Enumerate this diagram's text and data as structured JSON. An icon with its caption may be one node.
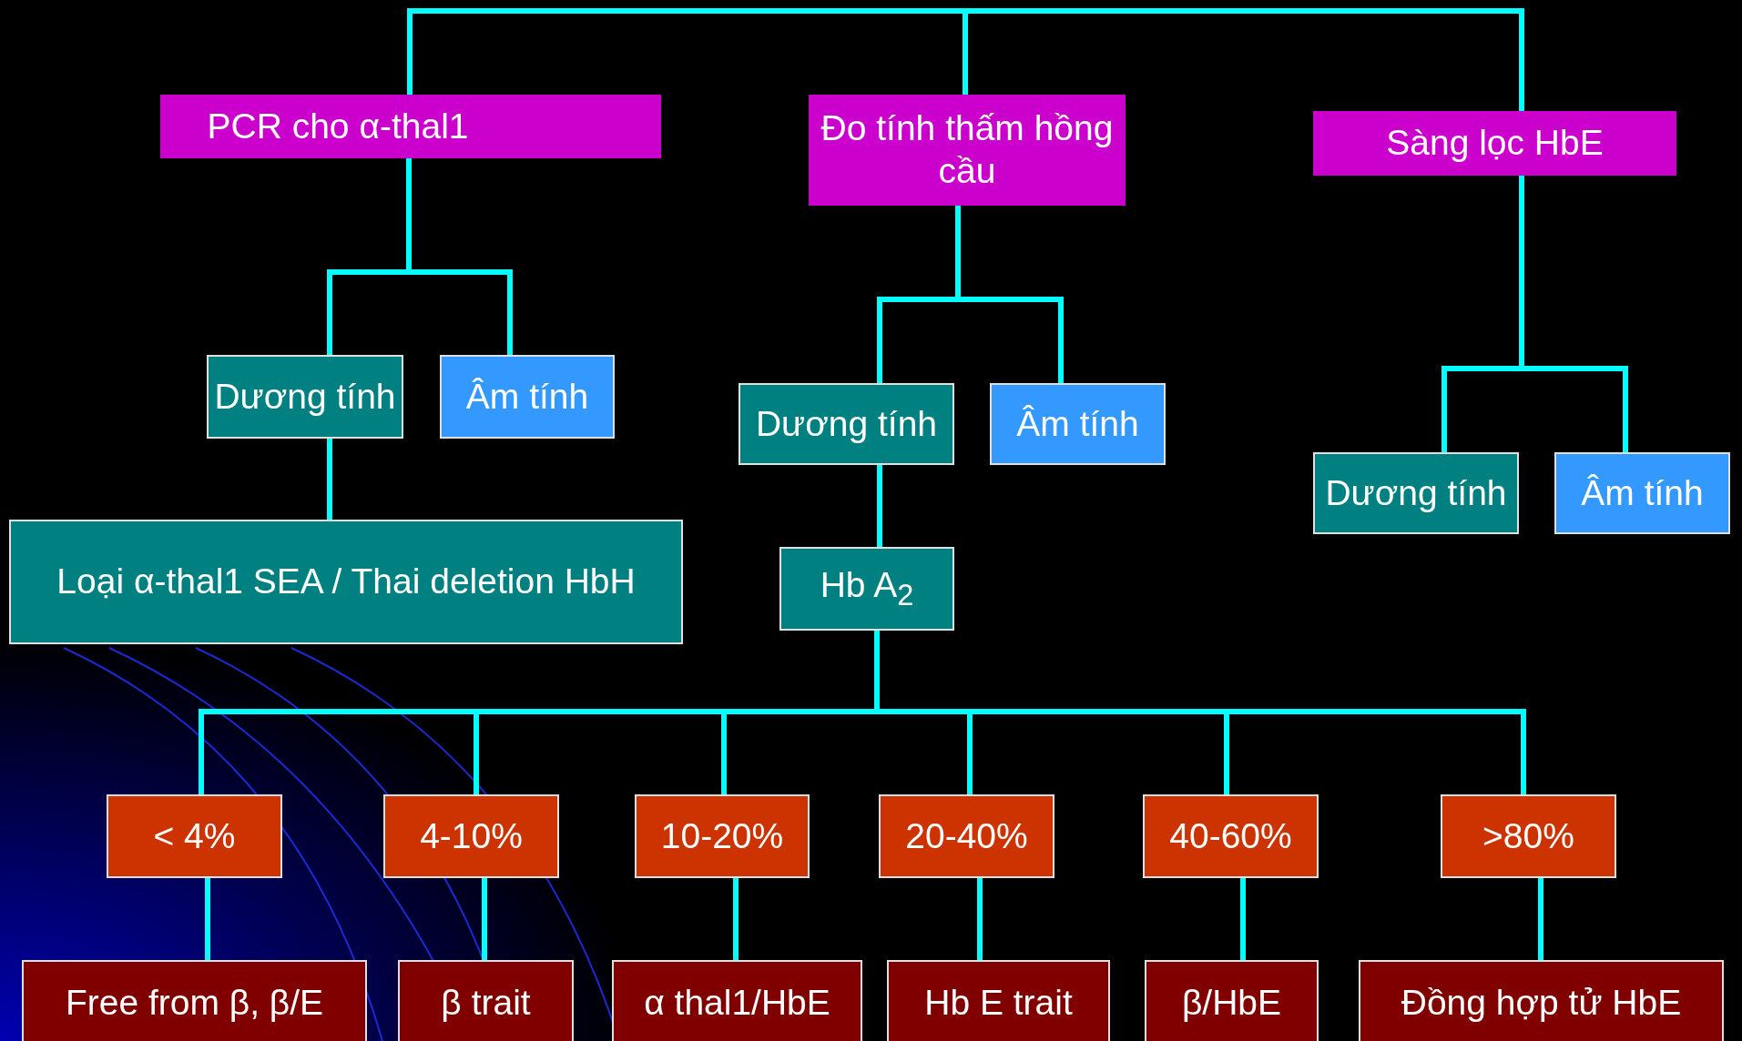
{
  "diagram": {
    "nodes": [
      {
        "text": [
          "PCR cho α-thal1"
        ]
      },
      {
        "text": [
          "Đo tính thấm hồng cầu"
        ]
      },
      {
        "text": [
          "Sàng lọc HbE"
        ]
      },
      {
        "text": [
          "Dương tính"
        ]
      },
      {
        "text": [
          "Âm tính"
        ]
      },
      {
        "text": [
          "Dương tính"
        ]
      },
      {
        "text": [
          "Âm tính"
        ]
      },
      {
        "text": [
          "Dương tính"
        ]
      },
      {
        "text": [
          "Âm tính"
        ]
      },
      {
        "text": [
          "Loại α-thal1 SEA / Thai deletion HbH"
        ]
      },
      {
        "text": [
          "Hb A$_{2}$"
        ]
      },
      {
        "text": [
          "< 4%"
        ]
      },
      {
        "text": [
          "4-10%"
        ]
      },
      {
        "text": [
          "10-20%"
        ]
      },
      {
        "text": [
          "20-40%"
        ]
      },
      {
        "text": [
          "40-60%"
        ]
      },
      {
        "text": [
          ">80%"
        ]
      },
      {
        "text": [
          "Free from β, β/E"
        ]
      },
      {
        "text": [
          "β trait"
        ]
      },
      {
        "text": [
          "α thal1/HbE"
        ]
      },
      {
        "text": [
          "Hb E trait"
        ]
      },
      {
        "text": [
          "β/HbE"
        ]
      },
      {
        "text": [
          "Đồng hợp tử HbE"
        ]
      }
    ],
    "edges": [
      {
        "from": 0,
        "to": 1,
        "arrow": "none"
      },
      {
        "from": 1,
        "to": 2,
        "arrow": "none"
      },
      {
        "from": 0,
        "to": 3,
        "arrow": "none"
      },
      {
        "from": 0,
        "to": 4,
        "arrow": "none"
      },
      {
        "from": 1,
        "to": 5,
        "arrow": "none"
      },
      {
        "from": 1,
        "to": 6,
        "arrow": "none"
      },
      {
        "from": 2,
        "to": 7,
        "arrow": "none"
      },
      {
        "from": 2,
        "to": 8,
        "arrow": "none"
      },
      {
        "from": 3,
        "to": 9,
        "arrow": "none"
      },
      {
        "from": 5,
        "to": 10,
        "arrow": "none"
      },
      {
        "from": 10,
        "to": 11,
        "arrow": "none"
      },
      {
        "from": 10,
        "to": 12,
        "arrow": "none"
      },
      {
        "from": 10,
        "to": 13,
        "arrow": "none"
      },
      {
        "from": 10,
        "to": 14,
        "arrow": "none"
      },
      {
        "from": 10,
        "to": 15,
        "arrow": "none"
      },
      {
        "from": 10,
        "to": 16,
        "arrow": "none"
      },
      {
        "from": 11,
        "to": 17,
        "arrow": "none"
      },
      {
        "from": 12,
        "to": 18,
        "arrow": "none"
      },
      {
        "from": 13,
        "to": 19,
        "arrow": "none"
      },
      {
        "from": 14,
        "to": 20,
        "arrow": "none"
      },
      {
        "from": 15,
        "to": 21,
        "arrow": "none"
      },
      {
        "from": 16,
        "to": 22,
        "arrow": "none"
      }
    ]
  }
}
